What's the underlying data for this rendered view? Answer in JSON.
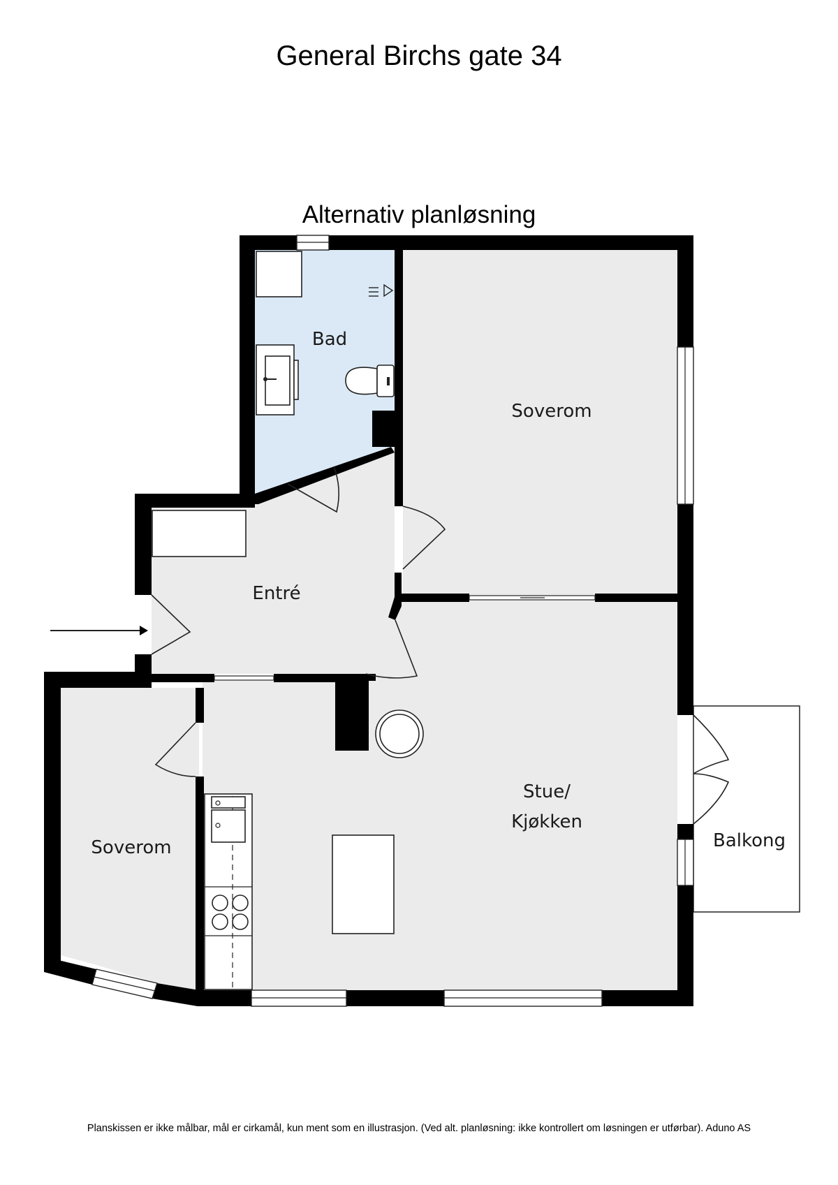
{
  "title": "General Birchs gate 34",
  "subtitle": "Alternativ planløsning",
  "rooms": {
    "bad": "Bad",
    "soverom_right": "Soverom",
    "entre": "Entré",
    "stue_line1": "Stue/",
    "stue_line2": "Kjøkken",
    "soverom_left": "Soverom",
    "balkong": "Balkong"
  },
  "footer": "Planskissen er ikke målbar, mål er cirkamål, kun ment som en illustrasjon. (Ved alt. planløsning: ikke kontrollert om løsningen er utførbar). Aduno AS",
  "colors": {
    "wall": "#000000",
    "floor": "#ebebeb",
    "bathroom": "#dbe9f6"
  },
  "icons": [
    "entrance-arrow",
    "shower-icon",
    "toilet-icon",
    "sink-icon",
    "stove-icon",
    "dining-table-icon",
    "kitchen-island"
  ]
}
